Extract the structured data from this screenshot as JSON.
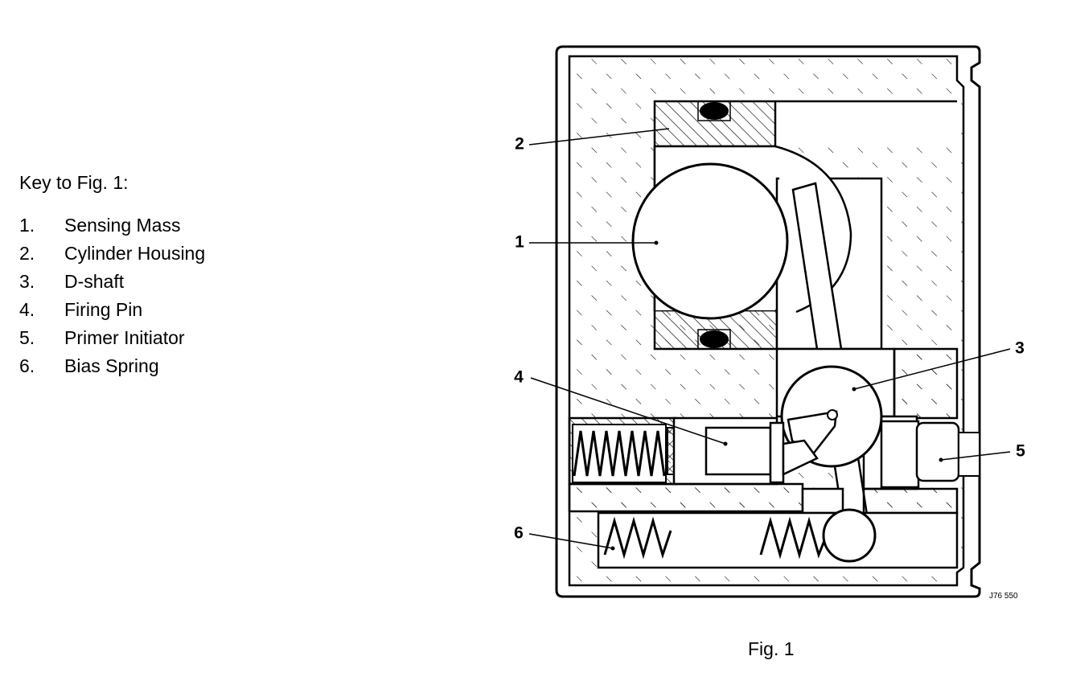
{
  "key": {
    "title": "Key to Fig. 1:",
    "items": [
      {
        "num": "1.",
        "label": "Sensing Mass"
      },
      {
        "num": "2.",
        "label": "Cylinder Housing"
      },
      {
        "num": "3.",
        "label": "D-shaft"
      },
      {
        "num": "4.",
        "label": "Firing Pin"
      },
      {
        "num": "5.",
        "label": "Primer Initiator"
      },
      {
        "num": "6.",
        "label": "Bias Spring"
      }
    ]
  },
  "diagram": {
    "callouts": [
      "1",
      "2",
      "3",
      "4",
      "5",
      "6"
    ],
    "drawing_number": "J76 550"
  },
  "caption": "Fig. 1"
}
